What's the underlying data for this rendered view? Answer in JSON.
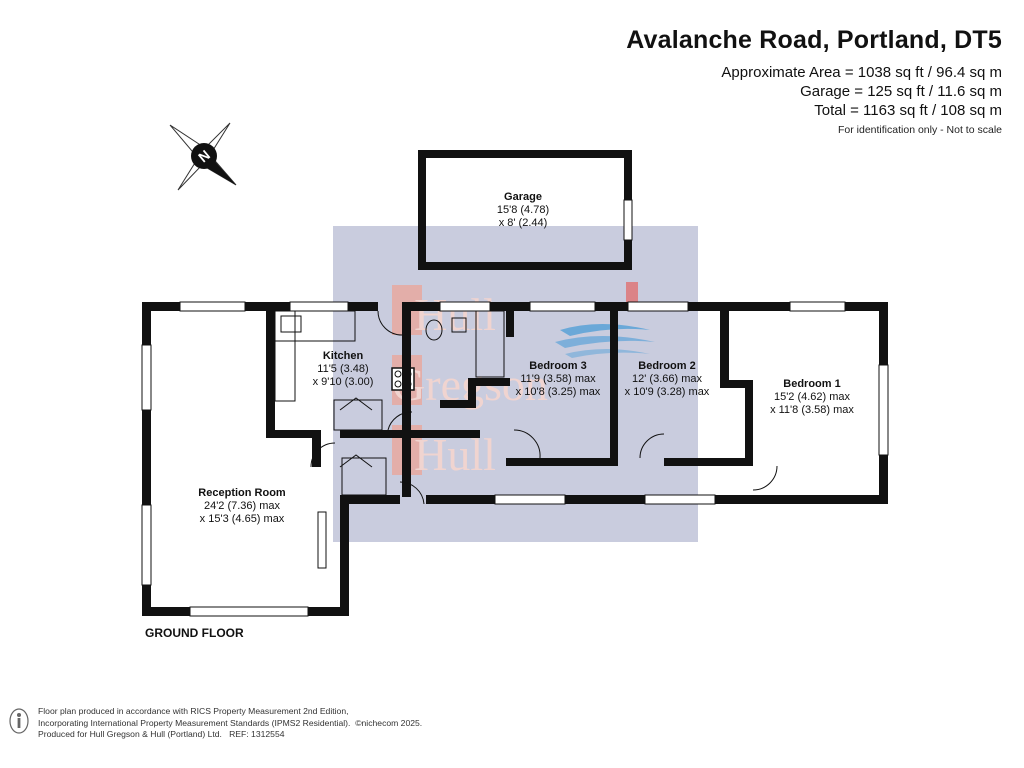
{
  "header": {
    "title": "Avalanche Road, Portland, DT5",
    "approx_area": "Approximate Area = 1038 sq ft / 96.4 sq m",
    "garage_area": "Garage = 125 sq ft / 11.6 sq m",
    "total_area": "Total = 1163 sq ft / 108 sq m",
    "note": "For identification only - Not to scale"
  },
  "compass": {
    "letter": "N",
    "icon": "compass-rose-icon"
  },
  "rooms": {
    "garage": {
      "name": "Garage",
      "dim1": "15'8 (4.78)",
      "dim2": "x 8' (2.44)"
    },
    "kitchen": {
      "name": "Kitchen",
      "dim1": "11'5 (3.48)",
      "dim2": "x 9'10 (3.00)"
    },
    "bedroom3": {
      "name": "Bedroom 3",
      "dim1": "11'9 (3.58) max",
      "dim2": "x 10'8 (3.25) max"
    },
    "bedroom2": {
      "name": "Bedroom 2",
      "dim1": "12' (3.66) max",
      "dim2": "x 10'9 (3.28) max"
    },
    "bedroom1": {
      "name": "Bedroom 1",
      "dim1": "15'2 (4.62) max",
      "dim2": "x 11'8 (3.58) max"
    },
    "reception": {
      "name": "Reception Room",
      "dim1": "24'2 (7.36) max",
      "dim2": "x 15'3 (4.65) max"
    }
  },
  "watermark": {
    "line1": "Hull",
    "line2": "Gregson",
    "line3": "Hull"
  },
  "floor_label": "GROUND FLOOR",
  "footer": {
    "line1": "Floor plan produced in accordance with RICS Property Measurement 2nd Edition,",
    "line2": "Incorporating International Property Measurement Standards (IPMS2 Residential).",
    "copyright": "©nichecom 2025.",
    "line3": "Produced for Hull Gregson & Hull (Portland) Ltd.",
    "ref": "REF: 1312554",
    "icon": "person-info-icon"
  },
  "colors": {
    "wall": "#111111",
    "watermark_bg": "#c9ccde",
    "watermark_red": "#e8a8a0",
    "watermark_blue": "#6aa8d8"
  }
}
